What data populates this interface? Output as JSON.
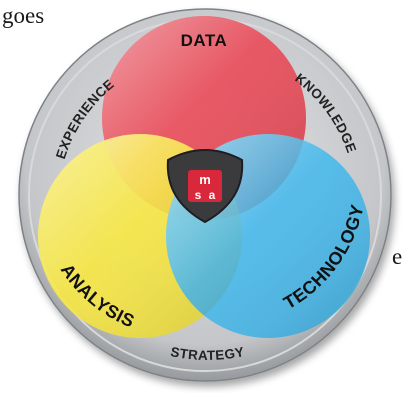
{
  "side_text": {
    "top": "goes",
    "bottom": "e"
  },
  "diagram": {
    "circles": {
      "data": {
        "label": "DATA",
        "color": "#e8414f"
      },
      "analysis": {
        "label": "ANALYSIS",
        "color": "#f6e63a"
      },
      "technology": {
        "label": "TECHNOLOGY",
        "color": "#3fb6ea"
      }
    },
    "ring_labels": {
      "experience": "EXPERIENCE",
      "knowledge": "KNOWLEDGE",
      "strategy": "STRATEGY"
    },
    "center_logo": {
      "letters": [
        "m",
        "s",
        "a"
      ],
      "color": "#d9283c"
    },
    "ring_color": "#b9bcc0"
  }
}
